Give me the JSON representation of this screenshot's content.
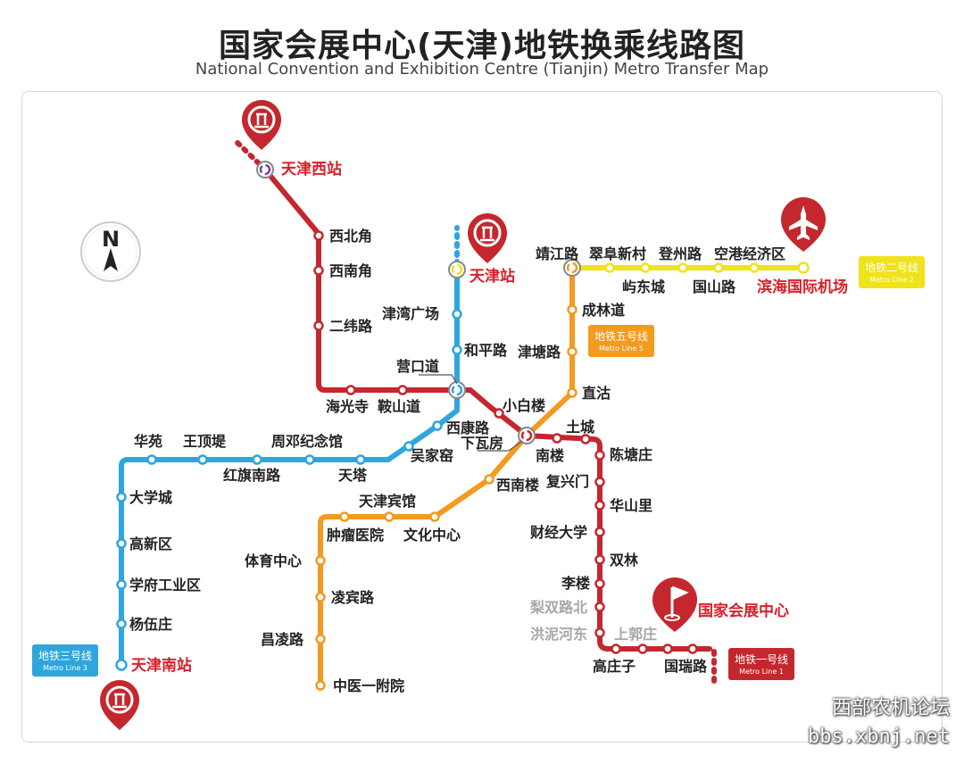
{
  "header": {
    "title": "国家会展中心(天津)地铁换乘线路图",
    "subtitle": "National Convention and Exhibition Centre (Tianjin) Metro Transfer Map"
  },
  "compass": {
    "label": "N"
  },
  "lines": {
    "line1": {
      "name_cn": "地铁一号线",
      "name_en": "Metro Line 1",
      "color": "#c4272e"
    },
    "line2": {
      "name_cn": "地铁二号线",
      "name_en": "Metro Line 2",
      "color": "#f0e21b"
    },
    "line3": {
      "name_cn": "地铁三号线",
      "name_en": "Metro Line 3",
      "color": "#2ea6dd"
    },
    "line5": {
      "name_cn": "地铁五号线",
      "name_en": "Metro Line 5",
      "color": "#f39a1f"
    }
  },
  "stations": {
    "tianjin_west": "天津西站",
    "xibeijiao": "西北角",
    "xinanjiao": "西南角",
    "erweilu": "二纬路",
    "haiguangsi": "海光寺",
    "anshandao": "鞍山道",
    "yingkoudao": "营口道",
    "xiaobailou": "小白楼",
    "xiawafang": "下瓦房",
    "nanlou": "南楼",
    "tucheng": "土城",
    "chentangzhuang": "陈塘庄",
    "fuxingmen": "复兴门",
    "huashanli": "华山里",
    "caijingdaxue": "财经大学",
    "shuanglin": "双林",
    "lilou": "李楼",
    "lishuanglubei": "梨双路北",
    "hongnihedong": "洪泥河东",
    "shangguozhuang": "上郭庄",
    "gaozhuangzi": "高庄子",
    "guoruilu": "国瑞路",
    "tianjin_station": "天津站",
    "jinwanguangchang": "津湾广场",
    "hepinglu": "和平路",
    "xikanglu": "西康路",
    "wujiayao": "吴家窑",
    "tianta": "天塔",
    "zhoudengjinianguan": "周邓纪念馆",
    "hongqinanlu": "红旗南路",
    "wangdingdi": "王顶堤",
    "huayuan": "华苑",
    "daxuecheng": "大学城",
    "gaoxinqu": "高新区",
    "xuefugongyequ": "学府工业区",
    "yangwuzhuang": "杨伍庄",
    "tianjin_south": "天津南站",
    "jingjianglu": "靖江路",
    "chenglindao": "成林道",
    "jintanglu": "津塘路",
    "zhigu": "直沽",
    "xinanlou": "西南楼",
    "wenhuazhongxin": "文化中心",
    "tianjinbinguan": "天津宾馆",
    "zhongliuyiyuan": "肿瘤医院",
    "tiyuzhongxin": "体育中心",
    "lingbinlu": "凌宾路",
    "changlinglu": "昌凌路",
    "zhongyiyifuyuan": "中医一附院",
    "cuifuxincun": "翠阜新村",
    "dengzhoulu": "登州路",
    "konggangjingjiqu": "空港经济区",
    "yudongcheng": "屿东城",
    "guoshanlu": "国山路",
    "binhai_airport": "滨海国际机场"
  },
  "landmarks": {
    "expo_center": "国家会展中心"
  },
  "watermark": {
    "line1": "西部农机论坛",
    "line2": "bbs.xbnj.net"
  }
}
